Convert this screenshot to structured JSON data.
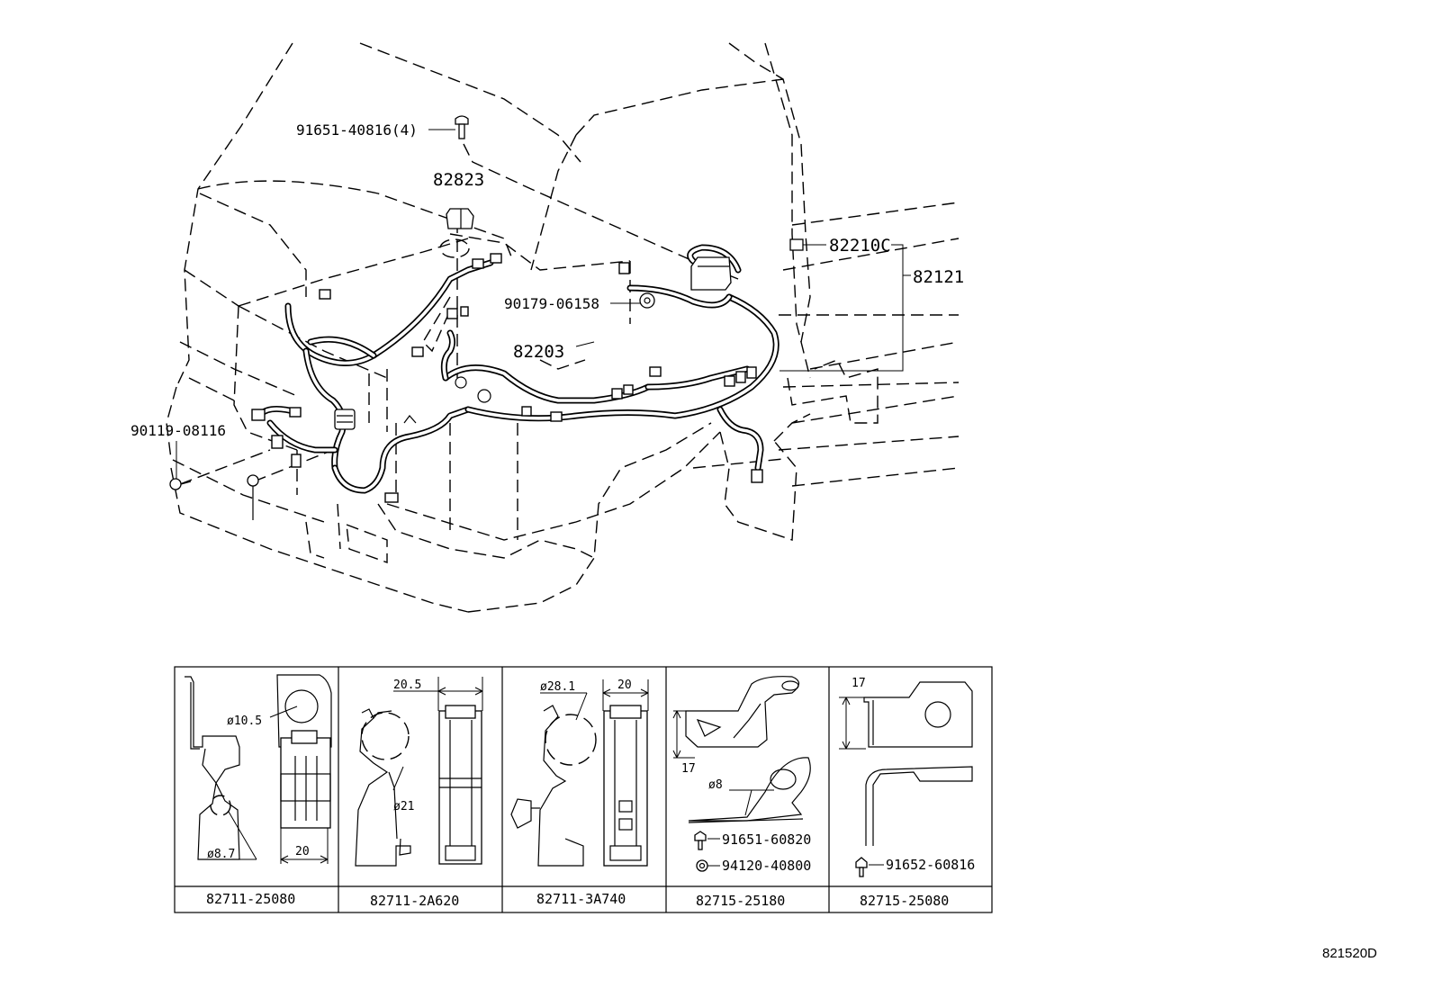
{
  "callouts": {
    "bolt_top": "91651-40816(4)",
    "cover": "82823",
    "relay_block": "82210C",
    "wire_assy": "82121",
    "clip_nut": "90179-06158",
    "harness": "82203",
    "screw_left": "90119-08116"
  },
  "clamps": [
    {
      "part_no": "82711-25080",
      "dims": [
        "ø10.5",
        "ø8.7",
        "20"
      ]
    },
    {
      "part_no": "82711-2A620",
      "dims": [
        "20.5",
        "ø21"
      ]
    },
    {
      "part_no": "82711-3A740",
      "dims": [
        "ø28.1",
        "20"
      ]
    },
    {
      "part_no": "82715-25180",
      "dims": [
        "17",
        "ø8"
      ],
      "fasteners": [
        "91651-60820",
        "94120-40800"
      ]
    },
    {
      "part_no": "82715-25080",
      "dims": [
        "17"
      ],
      "fasteners": [
        "91652-60816"
      ]
    }
  ],
  "figure_ref": "821520D"
}
